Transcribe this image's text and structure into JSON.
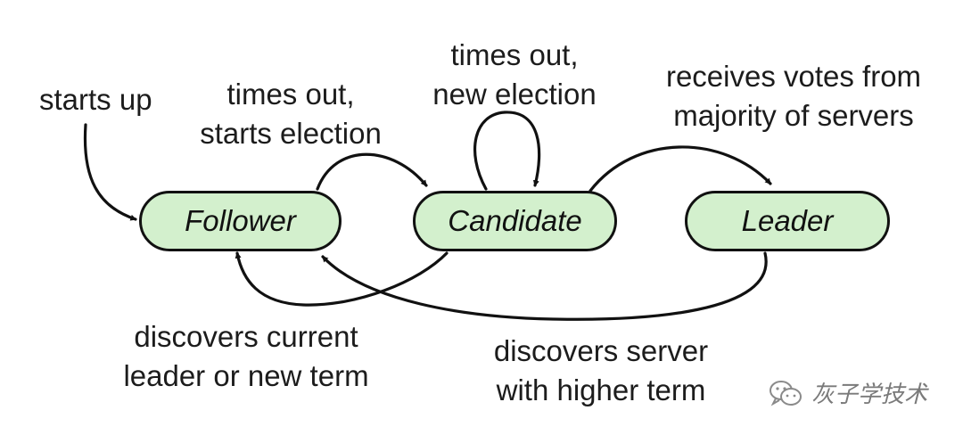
{
  "nodes": {
    "follower": "Follower",
    "candidate": "Candidate",
    "leader": "Leader"
  },
  "labels": {
    "starts_up": "starts up",
    "times_out_starts_election": [
      "times out,",
      "starts election"
    ],
    "times_out_new_election": [
      "times out,",
      "new election"
    ],
    "receives_votes": [
      "receives votes from",
      "majority of servers"
    ],
    "discovers_current_leader": [
      "discovers current",
      "leader or new term"
    ],
    "discovers_server": [
      "discovers server",
      "with higher term"
    ]
  },
  "watermark": {
    "text": "灰子学技术",
    "icon": "wechat-icon"
  },
  "colors": {
    "node_fill": "#d3f0cd",
    "stroke": "#111111",
    "background": "#ffffff",
    "watermark": "#7a7a7a"
  }
}
